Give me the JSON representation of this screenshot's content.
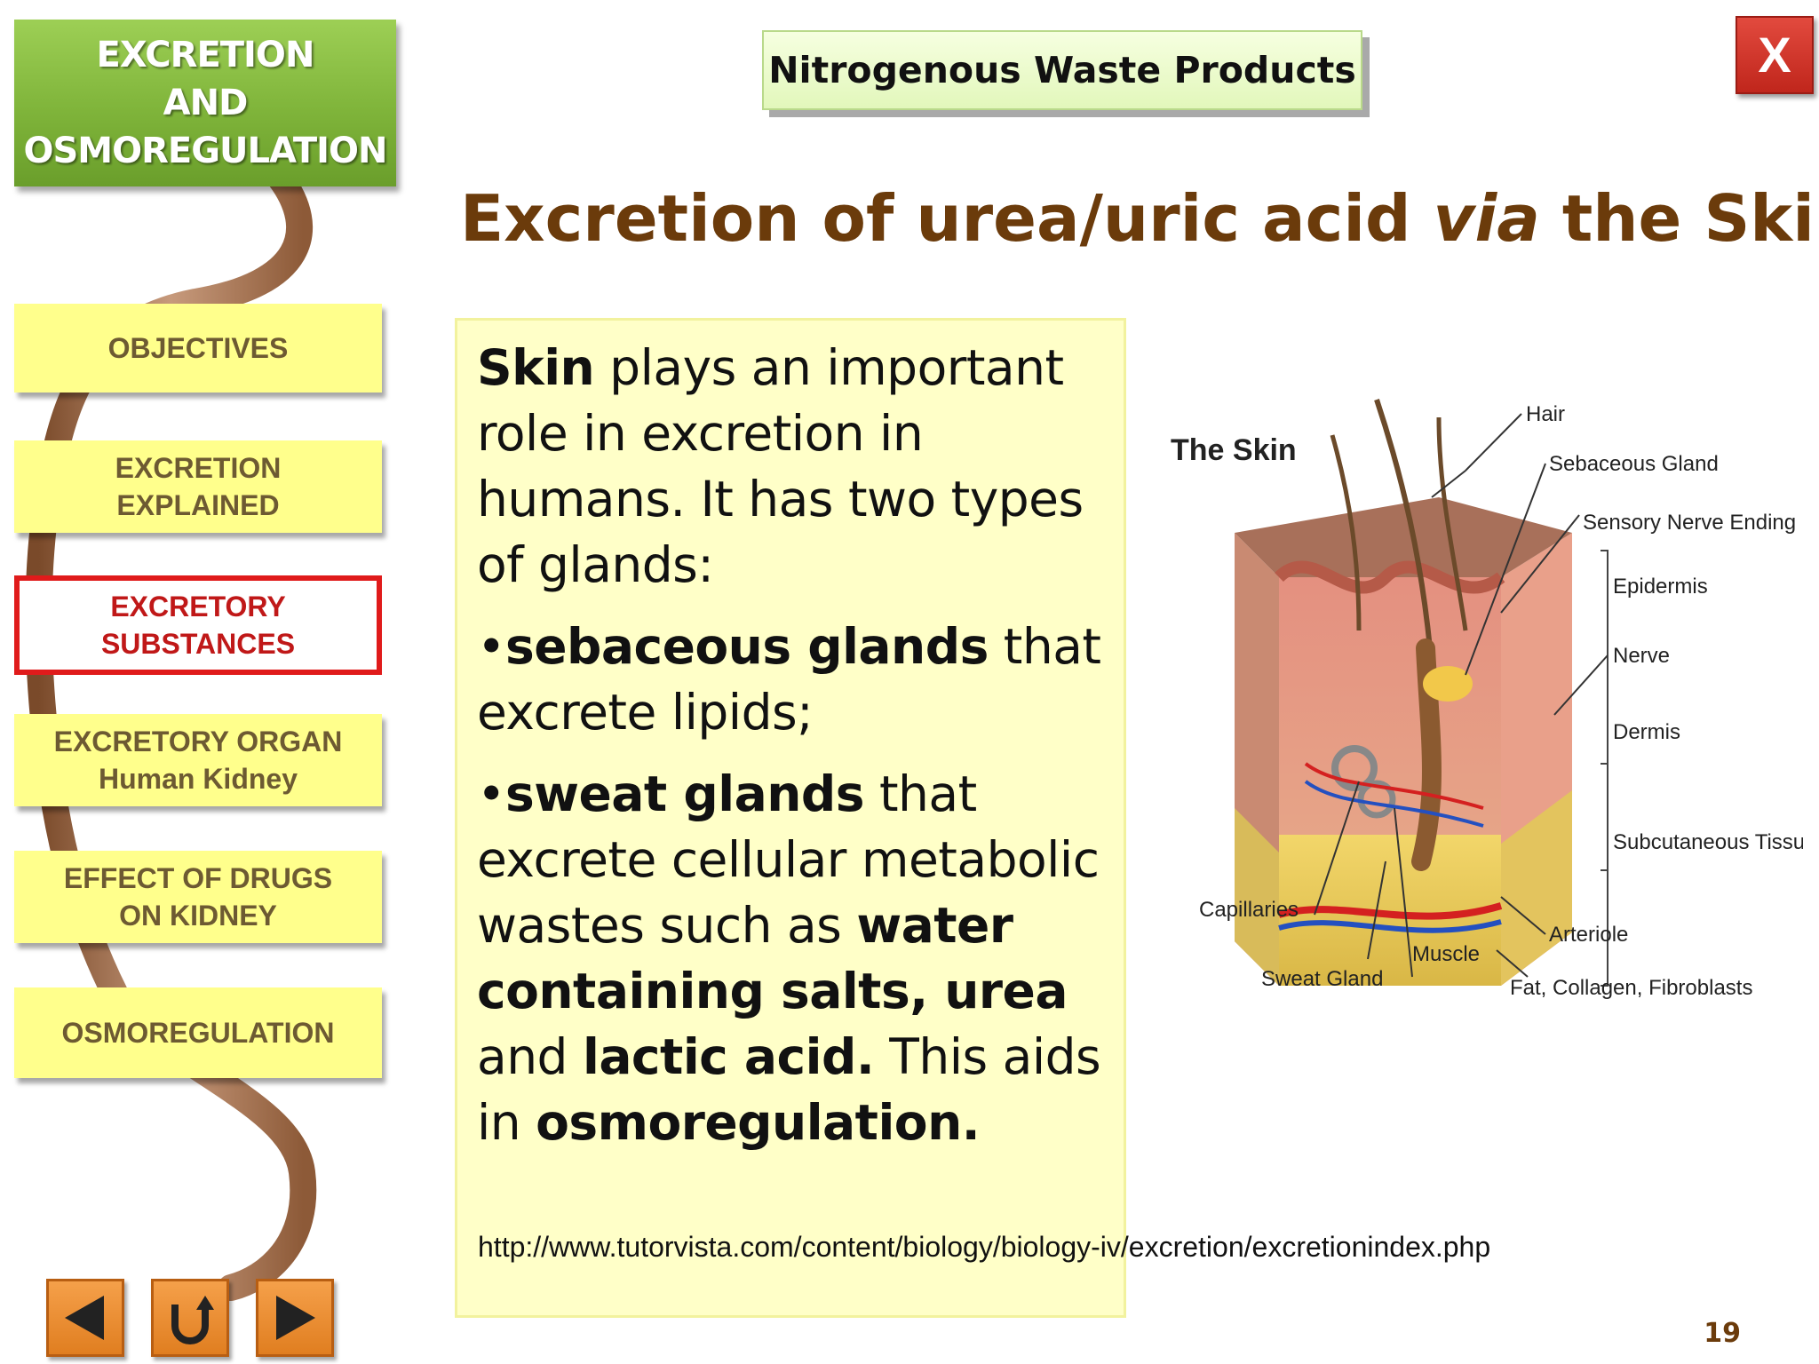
{
  "sidebar": {
    "title": "EXCRETION\nAND\nOSMOREGULATION",
    "items": [
      {
        "label": "OBJECTIVES"
      },
      {
        "label": "EXCRETION\nEXPLAINED"
      },
      {
        "label": "EXCRETORY\nSUBSTANCES",
        "active": true
      },
      {
        "label": "EXCRETORY ORGAN\nHuman Kidney"
      },
      {
        "label": "EFFECT OF DRUGS\nON KIDNEY"
      },
      {
        "label": "OSMOREGULATION"
      }
    ]
  },
  "header": {
    "section_tag": "Nitrogenous Waste Products",
    "close_label": "X"
  },
  "slide": {
    "title_part1": "Excretion of urea/uric acid ",
    "title_italic": "via",
    "title_part2": " the Skin",
    "body": {
      "p1_bold": "Skin",
      "p1_text": " plays an important role in excretion in humans. It has two types of glands:",
      "p2_bullet": "•",
      "p2_bold": "sebaceous glands",
      "p2_text": " that excrete lipids;",
      "p3_bullet": "•",
      "p3_bold": "sweat glands",
      "p3_text1": " that excrete cellular metabolic wastes such as ",
      "p3_bold2": "water containing salts, urea",
      "p3_text2": " and ",
      "p3_bold3": "lactic acid.",
      "p3_text3": " This aids in ",
      "p3_bold4": "osmoregulation."
    },
    "source_url": "http://www.tutorvista.com/content/biology/biology-iv/excretion/excretionindex.php",
    "page_number": "19"
  },
  "diagram": {
    "title": "The Skin",
    "labels": {
      "hair": "Hair",
      "sebaceous": "Sebaceous Gland",
      "sensory": "Sensory Nerve Ending",
      "epidermis": "Epidermis",
      "nerve": "Nerve",
      "dermis": "Dermis",
      "subcutaneous": "Subcutaneous Tissue",
      "capillaries": "Capillaries",
      "arteriole": "Arteriole",
      "muscle": "Muscle",
      "sweat": "Sweat Gland",
      "fat": "Fat, Collagen, Fibroblasts"
    }
  },
  "nav": {
    "prev": "previous-arrow-icon",
    "home": "return-icon",
    "next": "next-arrow-icon"
  },
  "colors": {
    "title_brown": "#6b3b0b",
    "menu_yellow": "#ffff8c",
    "active_red": "#e01b1b",
    "header_green": "#7fb43a"
  }
}
